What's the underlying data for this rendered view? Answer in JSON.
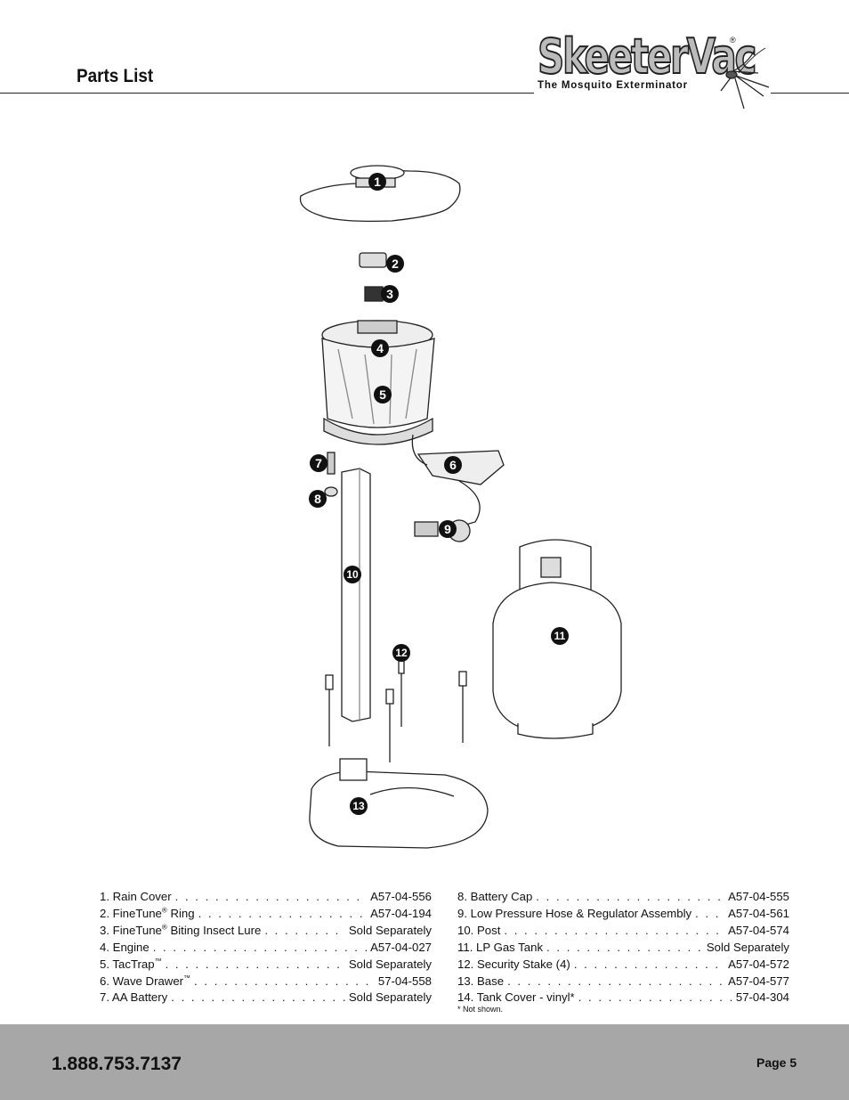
{
  "header": {
    "title": "Parts List",
    "logo_text": "SkeeterVac",
    "logo_registered": "®",
    "tagline": "The Mosquito Exterminator"
  },
  "diagram": {
    "callouts": [
      "1",
      "2",
      "3",
      "4",
      "5",
      "6",
      "7",
      "8",
      "9",
      "10",
      "11",
      "12",
      "13"
    ]
  },
  "parts_left": [
    {
      "name": "1. Rain Cover",
      "code": "A57-04-556"
    },
    {
      "name": "2. FineTune",
      "sup": "®",
      "name_rest": " Ring",
      "code": "A57-04-194"
    },
    {
      "name": "3. FineTune",
      "sup": "®",
      "name_rest": " Biting Insect Lure",
      "code": "Sold Separately"
    },
    {
      "name": "4. Engine",
      "code": "A57-04-027"
    },
    {
      "name": "5. TacTrap",
      "sup": "™",
      "name_rest": "",
      "code": "Sold Separately"
    },
    {
      "name": "6. Wave Drawer",
      "sup": "™",
      "name_rest": "",
      "code": "57-04-558"
    },
    {
      "name": "7. AA Battery",
      "code": "Sold Separately"
    }
  ],
  "parts_right": [
    {
      "name": "8. Battery Cap",
      "code": "A57-04-555"
    },
    {
      "name": "9. Low Pressure Hose & Regulator Assembly",
      "code": "A57-04-561"
    },
    {
      "name": "10. Post",
      "code": "A57-04-574"
    },
    {
      "name": "11. LP Gas Tank",
      "code": "Sold Separately"
    },
    {
      "name": "12. Security Stake (4)",
      "code": "A57-04-572"
    },
    {
      "name": "13. Base",
      "code": "A57-04-577"
    },
    {
      "name": "14. Tank Cover - vinyl*",
      "code": "57-04-304"
    }
  ],
  "footnote": "* Not shown.",
  "footer": {
    "phone": "1.888.753.7137",
    "page": "Page 5",
    "background": "#a7a7a7"
  }
}
